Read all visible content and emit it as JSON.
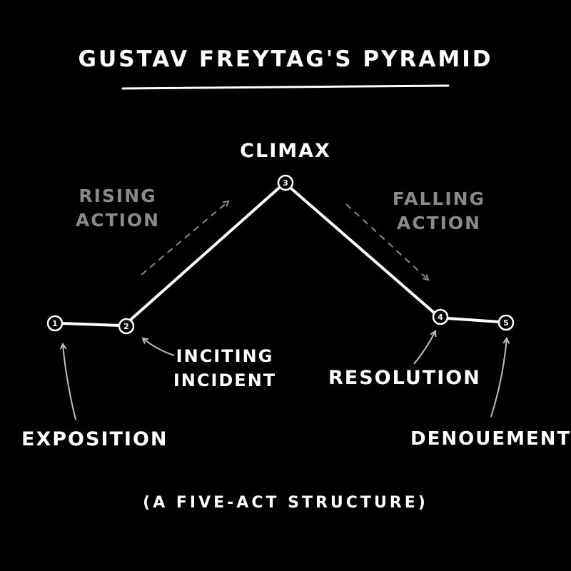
{
  "title": "GUSTAV FREYTAG'S PYRAMID",
  "subtitle": "(A FIVE-ACT STRUCTURE)",
  "colors": {
    "background": "#000000",
    "primary": "#ffffff",
    "secondary": "#8a8a8a"
  },
  "labels": {
    "climax": "CLIMAX",
    "rising_line1": "RISING",
    "rising_line2": "ACTION",
    "falling_line1": "FALLING",
    "falling_line2": "ACTION",
    "inciting_line1": "INCITING",
    "inciting_line2": "INCIDENT",
    "resolution": "RESOLUTION",
    "exposition": "EXPOSITION",
    "denouement": "DENOUEMENT"
  },
  "nodes": [
    {
      "num": "1"
    },
    {
      "num": "2"
    },
    {
      "num": "3"
    },
    {
      "num": "4"
    },
    {
      "num": "5"
    }
  ]
}
